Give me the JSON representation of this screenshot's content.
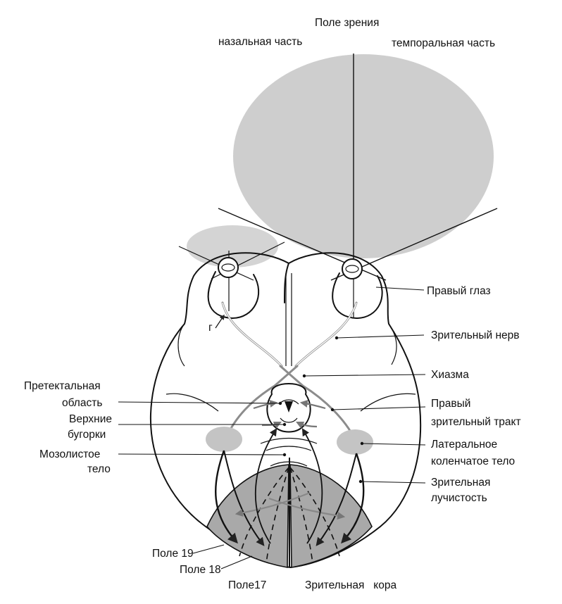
{
  "title": "Поле зрения",
  "field_parts": {
    "nasal": "назальная часть",
    "temporal": "темпоральная часть"
  },
  "eye_marker": "г",
  "labels": {
    "right_eye": "Правый глаз",
    "optic_nerve": "Зрительный нерв",
    "chiasm": "Хиазма",
    "right_tract_1": "Правый",
    "right_tract_2": "зрительный тракт",
    "lgn_1": "Латеральное",
    "lgn_2": "коленчатое тело",
    "radiation_1": "Зрительная",
    "radiation_2": "лучистость",
    "pretectal_1": "Претектальная",
    "pretectal_2": "область",
    "colliculi_1": "Верхние",
    "colliculi_2": "бугорки",
    "corpus_1": "Мозолистое",
    "corpus_2": "тело",
    "field19": "Поле 19",
    "field18": "Поле 18",
    "field17": "Поле17",
    "visual_cortex": "Зрительная   кора"
  },
  "colors": {
    "field_fill": "#c9c9c9",
    "tract_gray": "#8c8c8c",
    "cortex_fill": "#a9a9a9",
    "ink": "#111111"
  }
}
